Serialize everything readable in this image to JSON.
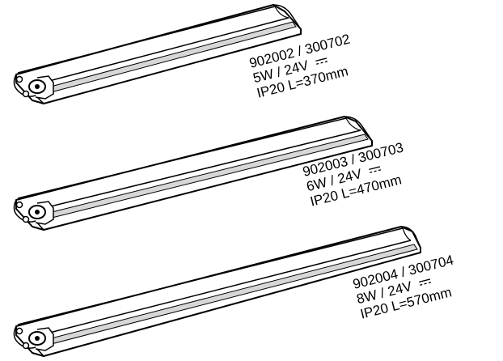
{
  "fixtures": [
    {
      "code": "902002 / 300702",
      "power": "5W / 24V",
      "spec": "IP20  L=370mm"
    },
    {
      "code": "902003 / 300703",
      "power": "6W / 24V",
      "spec": "IP20  L=470mm"
    },
    {
      "code": "902004 / 300704",
      "power": "8W / 24V",
      "spec": "IP20  L=570mm"
    }
  ],
  "colors": {
    "line": "#000000",
    "body_fill": "#ffffff",
    "stripe": "#d7d7d7"
  }
}
